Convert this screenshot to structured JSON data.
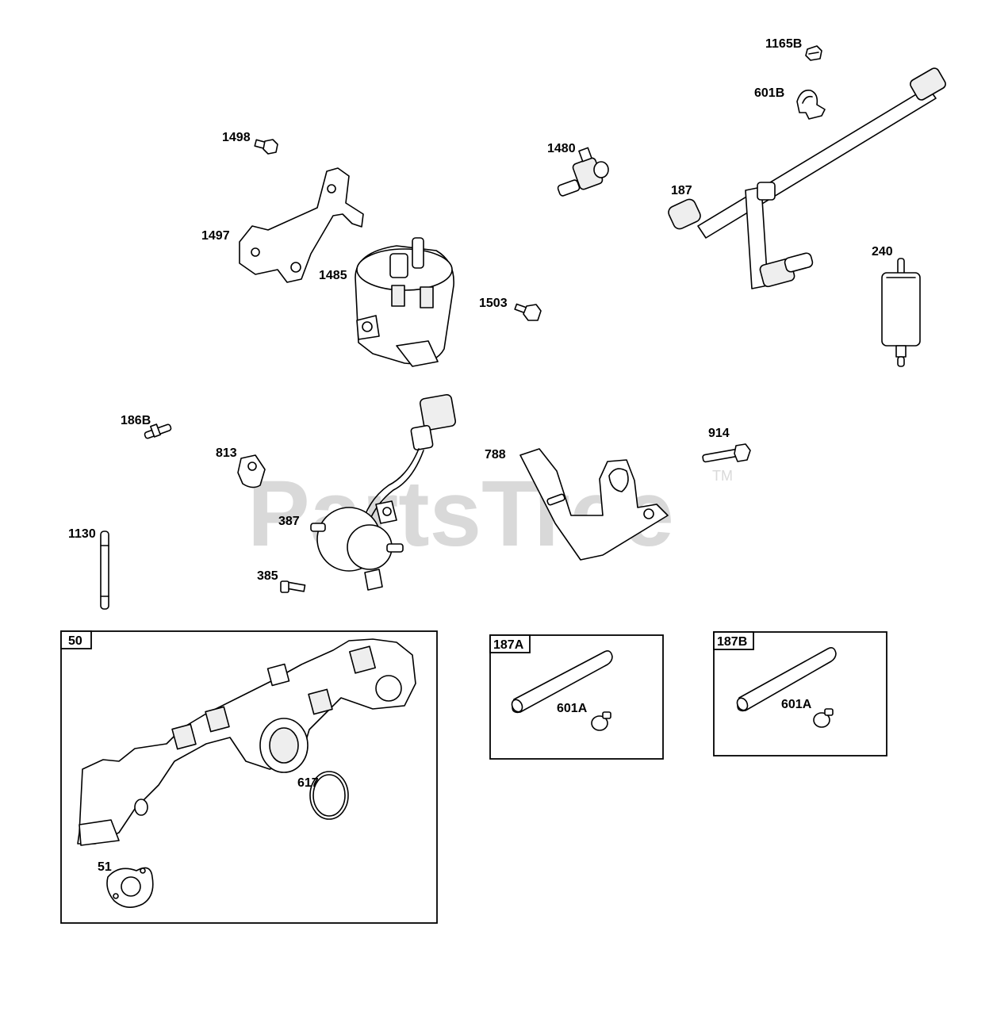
{
  "watermark": {
    "text": "PartsTree",
    "trademark": "TM"
  },
  "labels": {
    "p1165B": "1165B",
    "p601B": "601B",
    "p1498": "1498",
    "p1480": "1480",
    "p187": "187",
    "p1497": "1497",
    "p1485": "1485",
    "p240": "240",
    "p1503": "1503",
    "p186B": "186B",
    "p914": "914",
    "p813": "813",
    "p788": "788",
    "p387": "387",
    "p1130": "1130",
    "p385": "385",
    "p617": "617",
    "p51": "51",
    "p601A_1": "601A",
    "p601A_2": "601A"
  },
  "boxes": {
    "box50": "50",
    "box187A": "187A",
    "box187B": "187B"
  }
}
